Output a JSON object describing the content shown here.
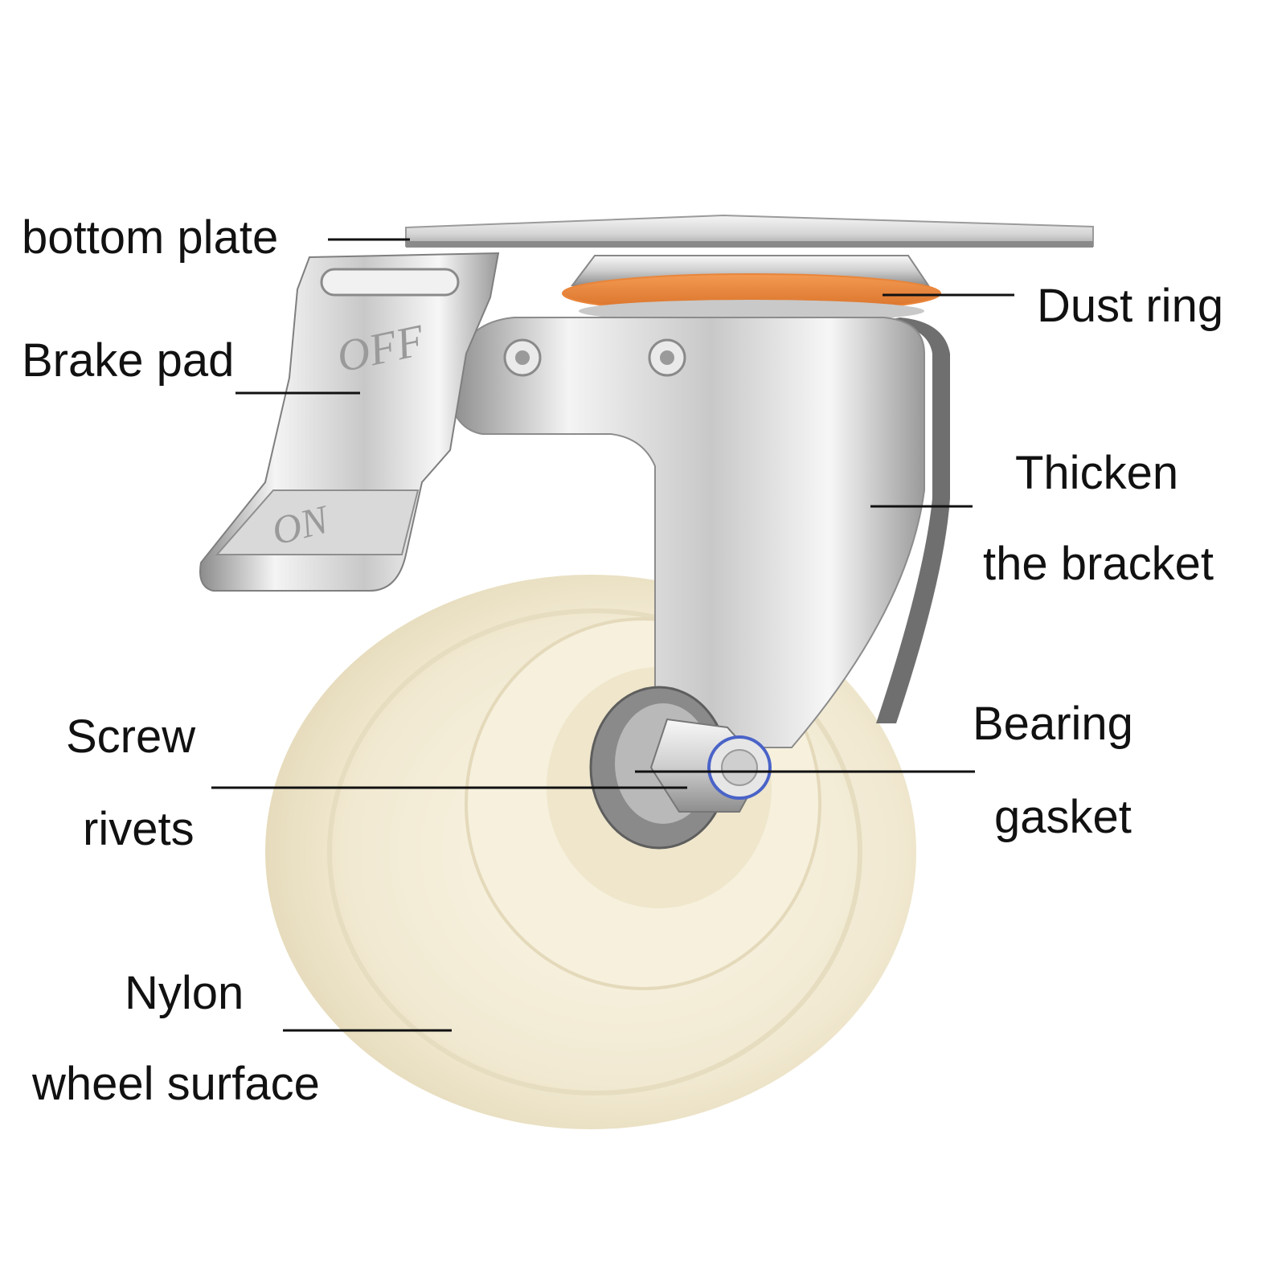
{
  "labels": {
    "bottom_plate": "bottom plate",
    "brake_pad": "Brake pad",
    "dust_ring": "Dust ring",
    "thicken_line1": "Thicken",
    "thicken_line2": "the bracket",
    "screw_line1": "Screw",
    "screw_line2": "rivets",
    "bearing_line1": "Bearing",
    "bearing_line2": "gasket",
    "nylon_line1": "Nylon",
    "nylon_line2": "wheel surface"
  },
  "brake_marks": {
    "off": "OFF",
    "on": "ON"
  },
  "colors": {
    "wheel": "#f3ecd6",
    "wheel_shade": "#e4dabb",
    "chrome_light": "#f2f2f2",
    "chrome_mid": "#c9c9c9",
    "chrome_dark": "#7d7d7d",
    "dust_ring": "#e9853a",
    "leader_line": "#111111"
  },
  "icons": [
    "wheel-illustration",
    "bracket-illustration",
    "brake-pad-illustration",
    "bottom-plate-illustration",
    "dust-ring-illustration",
    "axle-nut-illustration"
  ]
}
